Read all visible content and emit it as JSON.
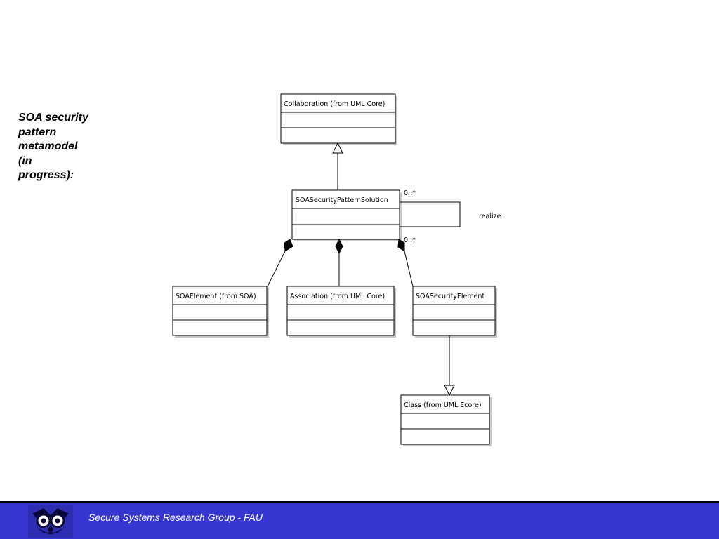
{
  "slide": {
    "title_lines": [
      "SOA security",
      "pattern",
      "metamodel",
      "(in",
      "progress):"
    ]
  },
  "diagram": {
    "classes": {
      "collaboration": "Collaboration (from UML Core)",
      "pattern_solution": "SOASecurityPatternSolution",
      "soa_element": "SOAElement (from SOA)",
      "association": "Association (from UML Core)",
      "security_element": "SOASecurityElement",
      "class_ecore": "Class (from UML Ecore)"
    },
    "relations": {
      "realize_label": "realize",
      "mult_top": "0..*",
      "mult_bottom": "0..*"
    }
  },
  "footer": {
    "text": "Secure Systems Research Group - FAU",
    "logo_icon": "owl-logo-icon",
    "background_color": "#3535d0"
  }
}
